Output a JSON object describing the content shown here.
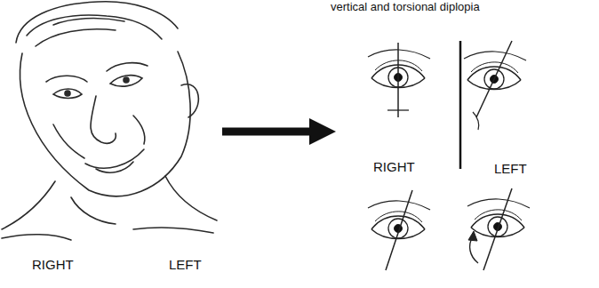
{
  "diagram": {
    "labels": [
      "vertical and torsional diplopia",
      "RIGHT",
      "LEFT",
      "RIGHT",
      "LEFT"
    ]
  }
}
